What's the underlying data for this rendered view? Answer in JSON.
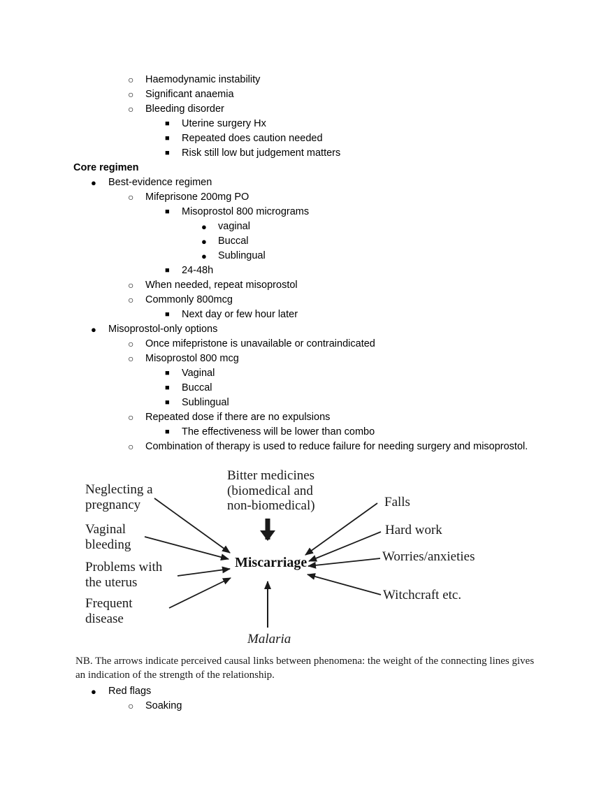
{
  "colors": {
    "background": "#ffffff",
    "body_text": "#000000",
    "figure_text": "#1a1a1a"
  },
  "document": {
    "list_items": [
      {
        "level": 2,
        "text": "Haemodynamic instability"
      },
      {
        "level": 2,
        "text": "Significant anaemia"
      },
      {
        "level": 2,
        "text": "Bleeding disorder"
      },
      {
        "level": 3,
        "text": "Uterine surgery Hx"
      },
      {
        "level": 3,
        "text": "Repeated does caution needed"
      },
      {
        "level": 3,
        "text": "Risk still low but judgement matters"
      },
      {
        "level": 0,
        "text": "Core regimen",
        "bold": true
      },
      {
        "level": 1,
        "text": "Best-evidence regimen"
      },
      {
        "level": 2,
        "text": "Mifeprisone 200mg PO"
      },
      {
        "level": 3,
        "text": "Misoprostol 800 micrograms"
      },
      {
        "level": 4,
        "text": "vaginal"
      },
      {
        "level": 4,
        "text": "Buccal"
      },
      {
        "level": 4,
        "text": "Sublingual"
      },
      {
        "level": 3,
        "text": "24-48h"
      },
      {
        "level": 2,
        "text": "When needed, repeat misoprostol"
      },
      {
        "level": 2,
        "text": "Commonly 800mcg"
      },
      {
        "level": 3,
        "text": "Next day or few hour later"
      },
      {
        "level": 1,
        "text": "Misoprostol-only options"
      },
      {
        "level": 2,
        "text": "Once mifepristone is unavailable or contraindicated"
      },
      {
        "level": 2,
        "text": "Misoprostol 800 mcg"
      },
      {
        "level": 3,
        "text": "Vaginal"
      },
      {
        "level": 3,
        "text": "Buccal"
      },
      {
        "level": 3,
        "text": "Sublingual"
      },
      {
        "level": 2,
        "text": "Repeated dose if there are no expulsions"
      },
      {
        "level": 3,
        "text": "The effectiveness will be lower than combo"
      },
      {
        "level": 2,
        "text": "Combination of therapy is used to reduce failure for needing surgery and misoprostol."
      }
    ],
    "footer_items": [
      {
        "level": 1,
        "text": "Red flags"
      },
      {
        "level": 2,
        "text": "Soaking"
      }
    ]
  },
  "figure": {
    "labels": {
      "bitter_medicines": "Bitter medicines\n(biomedical and\nnon-biomedical)",
      "neglecting_pregnancy": "Neglecting a\npregnancy",
      "falls": "Falls",
      "vaginal_bleeding": "Vaginal\nbleeding",
      "hard_work": "Hard work",
      "worries_anxieties": "Worries/anxieties",
      "problems_uterus": "Problems with\nthe uterus",
      "witchcraft": "Witchcraft etc.",
      "frequent_disease": "Frequent\ndisease",
      "malaria": "Malaria",
      "center": "Miscarriage"
    },
    "links": [
      {
        "from": "Neglecting a pregnancy",
        "to": "Miscarriage",
        "weight": "normal"
      },
      {
        "from": "Vaginal bleeding",
        "to": "Miscarriage",
        "weight": "normal"
      },
      {
        "from": "Problems with the uterus",
        "to": "Miscarriage",
        "weight": "normal"
      },
      {
        "from": "Frequent disease",
        "to": "Miscarriage",
        "weight": "normal"
      },
      {
        "from": "Bitter medicines (biomedical and non-biomedical)",
        "to": "Miscarriage",
        "weight": "strong"
      },
      {
        "from": "Falls",
        "to": "Miscarriage",
        "weight": "normal"
      },
      {
        "from": "Hard work",
        "to": "Miscarriage",
        "weight": "normal"
      },
      {
        "from": "Worries/anxieties",
        "to": "Miscarriage",
        "weight": "normal"
      },
      {
        "from": "Witchcraft etc.",
        "to": "Miscarriage",
        "weight": "normal"
      },
      {
        "from": "Malaria",
        "to": "Miscarriage",
        "weight": "normal"
      }
    ],
    "caption": "NB. The arrows indicate perceived causal links between phenomena: the weight of the connecting lines gives an indication of the strength of the relationship."
  }
}
